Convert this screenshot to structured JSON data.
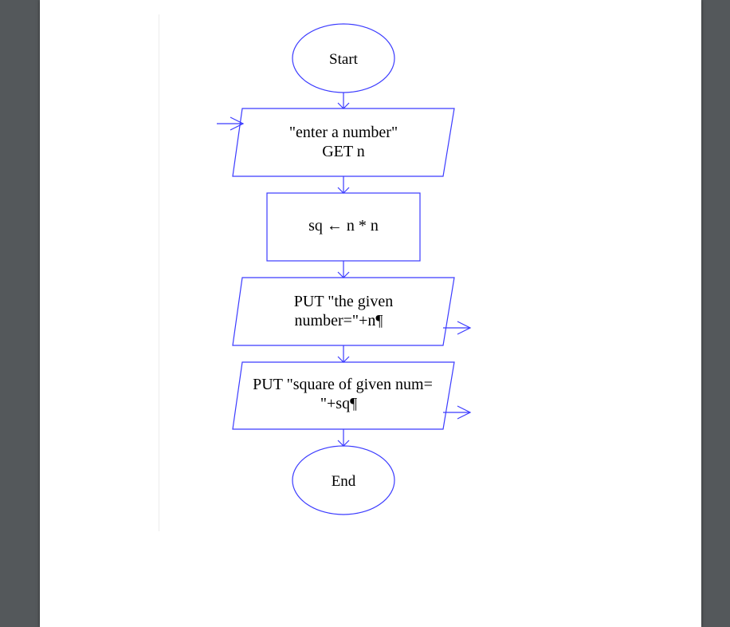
{
  "colors": {
    "stroke": "#3b3bff",
    "background": "#54585b",
    "page": "#ffffff",
    "text": "#000000"
  },
  "flowchart": {
    "start": "Start",
    "input": {
      "line1": "\"enter a number\"",
      "line2": "GET n"
    },
    "assign": "sq ← n * n",
    "output1": {
      "line1": "PUT \"the given",
      "line2": "number=\"+n¶"
    },
    "output2": {
      "line1": "PUT \"square of given num=",
      "line2": "\"+sq¶"
    },
    "end": "End"
  }
}
